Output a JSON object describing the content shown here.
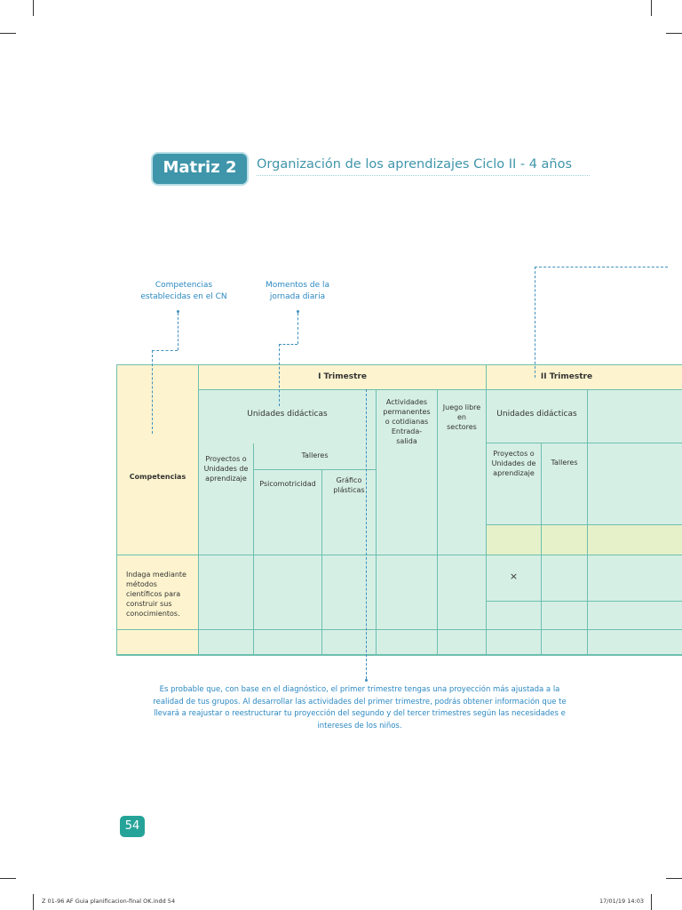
{
  "header": {
    "badge": "Matriz 2",
    "title": "Organización de los aprendizajes Ciclo II - 4 años"
  },
  "annotations": {
    "competencias_note": "Competencias\nestablecidas en el CN",
    "momentos_note": "Momentos de la\njornada diaria"
  },
  "table": {
    "competencias_header": "Competencias",
    "trimestre_1": "I Trimestre",
    "trimestre_2": "II Trimestre",
    "unidades_1": "Unidades didácticas",
    "unidades_2": "Unidades didácticas",
    "proyectos_1": "Proyectos o Unidades de aprendizaje",
    "proyectos_2": "Proyectos o Unidades de aprendizaje",
    "talleres_1": "Talleres",
    "talleres_2": "Talleres",
    "psicomotricidad": "Psicomotricidad",
    "grafico": "Gráfico plásticas",
    "actividades": "Actividades permanentes o cotidianas Entrada-salida",
    "juego_libre": "Juego libre en sectores",
    "competencia_row": "Indaga mediante métodos científicos para construir sus conocimientos.",
    "mark": "×"
  },
  "footnote": "Es probable que, con base en el diagnóstico, el primer trimestre tengas una proyección más ajustada a la realidad de tus grupos. Al desarrollar las actividades del primer trimestre, podrás obtener información que te llevará a reajustar o reestructurar tu proyección del segundo y del tercer trimestres según las necesidades e intereses de los niños.",
  "page_number": "54",
  "slug": {
    "file": "Z 01-96 AF Guia planificacion-final OK.indd   54",
    "date": "17/01/19   14:03"
  }
}
